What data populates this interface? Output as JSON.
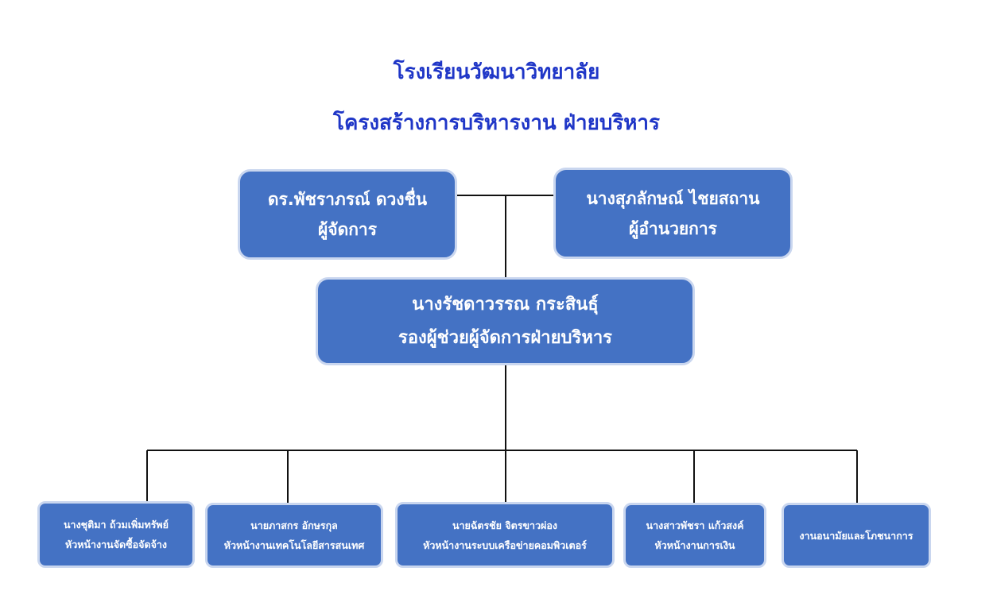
{
  "header": {
    "school_name": "โรงเรียนวัฒนาวิทยาลัย",
    "structure_title": "โครงสร้างการบริหารงาน ฝ่ายบริหาร"
  },
  "nodes": {
    "manager": {
      "name": "ดร.พัชราภรณ์   ดวงชื่น",
      "position": "ผู้จัดการ"
    },
    "director": {
      "name": "นางสุภลักษณ์   ไชยสถาน",
      "position": "ผู้อำนวยการ"
    },
    "deputy": {
      "name": "นางรัชดาวรรณ   กระสินธุ์",
      "position": "รองผู้ช่วยผู้จัดการฝ่ายบริหาร"
    },
    "subordinates": [
      {
        "name": "นางชุติมา   ถ้วมเพิ่มทรัพย์",
        "position": "หัวหน้างานจัดซื้อจัดจ้าง"
      },
      {
        "name": "นายภาสกร     อักษรกุล",
        "position": "หัวหน้างานเทคโนโลยีสารสนเทศ"
      },
      {
        "name": "นายฉัตรชัย   จิตรขาวผ่อง",
        "position": "หัวหน้างานระบบเครือข่ายคอมพิวเตอร์"
      },
      {
        "name": "นางสาวพัชรา   แก้วสงค์",
        "position": "หัวหน้างานการเงิน"
      },
      {
        "name": "",
        "position": "งานอนามัยและโภชนาการ"
      }
    ]
  },
  "colors": {
    "title": "#1f36c7",
    "box_fill": "#4472c4",
    "box_border": "#c9d6ef",
    "box_text": "#ffffff",
    "connector": "#111111"
  }
}
